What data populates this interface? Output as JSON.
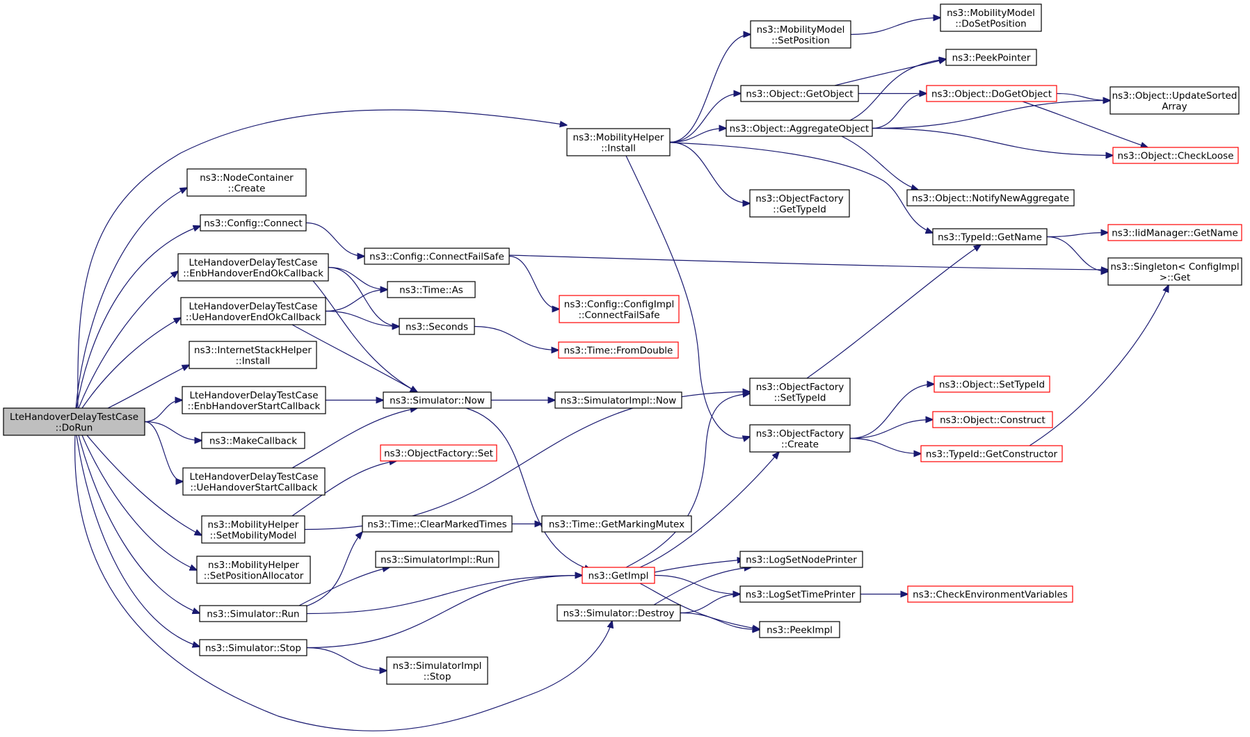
{
  "colors": {
    "edge": "#191970",
    "border_normal": "#000000",
    "border_truncated": "#ff0000",
    "root_fill": "#bfbfbf",
    "node_fill": "#ffffff"
  },
  "nodes": [
    {
      "id": "dorun",
      "lines": [
        "LteHandoverDelayTestCase",
        "::DoRun"
      ],
      "kind": "root"
    },
    {
      "id": "mob_install",
      "lines": [
        "ns3::MobilityHelper",
        "::Install"
      ],
      "kind": "normal"
    },
    {
      "id": "nc_create",
      "lines": [
        "ns3::NodeContainer",
        "::Create"
      ],
      "kind": "normal"
    },
    {
      "id": "cfg_connect",
      "lines": [
        "ns3::Config::Connect"
      ],
      "kind": "normal"
    },
    {
      "id": "enb_end",
      "lines": [
        "LteHandoverDelayTestCase",
        "::EnbHandoverEndOkCallback"
      ],
      "kind": "normal"
    },
    {
      "id": "ue_end",
      "lines": [
        "LteHandoverDelayTestCase",
        "::UeHandoverEndOkCallback"
      ],
      "kind": "normal"
    },
    {
      "id": "inet_install",
      "lines": [
        "ns3::InternetStackHelper",
        "::Install"
      ],
      "kind": "normal"
    },
    {
      "id": "enb_start",
      "lines": [
        "LteHandoverDelayTestCase",
        "::EnbHandoverStartCallback"
      ],
      "kind": "normal"
    },
    {
      "id": "make_cb",
      "lines": [
        "ns3::MakeCallback"
      ],
      "kind": "normal"
    },
    {
      "id": "ue_start",
      "lines": [
        "LteHandoverDelayTestCase",
        "::UeHandoverStartCallback"
      ],
      "kind": "normal"
    },
    {
      "id": "set_mob_model",
      "lines": [
        "ns3::MobilityHelper",
        "::SetMobilityModel"
      ],
      "kind": "normal"
    },
    {
      "id": "set_pos_alloc",
      "lines": [
        "ns3::MobilityHelper",
        "::SetPositionAllocator"
      ],
      "kind": "normal"
    },
    {
      "id": "sim_run",
      "lines": [
        "ns3::Simulator::Run"
      ],
      "kind": "normal"
    },
    {
      "id": "sim_stop",
      "lines": [
        "ns3::Simulator::Stop"
      ],
      "kind": "normal"
    },
    {
      "id": "cfg_failsafe",
      "lines": [
        "ns3::Config::ConnectFailSafe"
      ],
      "kind": "normal"
    },
    {
      "id": "time_as",
      "lines": [
        "ns3::Time::As"
      ],
      "kind": "normal"
    },
    {
      "id": "seconds",
      "lines": [
        "ns3::Seconds"
      ],
      "kind": "normal"
    },
    {
      "id": "sim_now",
      "lines": [
        "ns3::Simulator::Now"
      ],
      "kind": "normal"
    },
    {
      "id": "of_set",
      "lines": [
        "ns3::ObjectFactory::Set"
      ],
      "kind": "truncated"
    },
    {
      "id": "clear_marked",
      "lines": [
        "ns3::Time::ClearMarkedTimes"
      ],
      "kind": "normal"
    },
    {
      "id": "simimpl_run",
      "lines": [
        "ns3::SimulatorImpl::Run"
      ],
      "kind": "normal"
    },
    {
      "id": "simimpl_stop",
      "lines": [
        "ns3::SimulatorImpl",
        "::Stop"
      ],
      "kind": "normal"
    },
    {
      "id": "sim_destroy",
      "lines": [
        "ns3::Simulator::Destroy"
      ],
      "kind": "normal"
    },
    {
      "id": "get_impl",
      "lines": [
        "ns3::GetImpl"
      ],
      "kind": "truncated"
    },
    {
      "id": "cfgimpl_cfs",
      "lines": [
        "ns3::Config::ConfigImpl",
        "::ConnectFailSafe"
      ],
      "kind": "truncated"
    },
    {
      "id": "from_double",
      "lines": [
        "ns3::Time::FromDouble"
      ],
      "kind": "truncated"
    },
    {
      "id": "simimpl_now",
      "lines": [
        "ns3::SimulatorImpl::Now"
      ],
      "kind": "normal"
    },
    {
      "id": "get_marking_mutex",
      "lines": [
        "ns3::Time::GetMarkingMutex"
      ],
      "kind": "normal"
    },
    {
      "id": "mm_setpos",
      "lines": [
        "ns3::MobilityModel",
        "::SetPosition"
      ],
      "kind": "normal"
    },
    {
      "id": "mm_dosetpos",
      "lines": [
        "ns3::MobilityModel",
        "::DoSetPosition"
      ],
      "kind": "normal"
    },
    {
      "id": "obj_getobject",
      "lines": [
        "ns3::Object::GetObject"
      ],
      "kind": "normal"
    },
    {
      "id": "peek_pointer",
      "lines": [
        "ns3::PeekPointer"
      ],
      "kind": "normal"
    },
    {
      "id": "obj_dogetobject",
      "lines": [
        "ns3::Object::DoGetObject"
      ],
      "kind": "truncated"
    },
    {
      "id": "obj_aggregate",
      "lines": [
        "ns3::Object::AggregateObject"
      ],
      "kind": "normal"
    },
    {
      "id": "obj_update_sorted",
      "lines": [
        "ns3::Object::UpdateSorted",
        "Array"
      ],
      "kind": "normal"
    },
    {
      "id": "obj_checkloose",
      "lines": [
        "ns3::Object::CheckLoose"
      ],
      "kind": "truncated"
    },
    {
      "id": "obj_notify_new",
      "lines": [
        "ns3::Object::NotifyNewAggregate"
      ],
      "kind": "normal"
    },
    {
      "id": "of_gettypeid",
      "lines": [
        "ns3::ObjectFactory",
        "::GetTypeId"
      ],
      "kind": "normal"
    },
    {
      "id": "typeid_getname",
      "lines": [
        "ns3::TypeId::GetName"
      ],
      "kind": "normal"
    },
    {
      "id": "iid_getname",
      "lines": [
        "ns3::IidManager::GetName"
      ],
      "kind": "truncated"
    },
    {
      "id": "singleton_get",
      "lines": [
        "ns3::Singleton< ConfigImpl",
        " >::Get"
      ],
      "kind": "normal"
    },
    {
      "id": "of_settypeid",
      "lines": [
        "ns3::ObjectFactory",
        "::SetTypeId"
      ],
      "kind": "normal"
    },
    {
      "id": "of_create",
      "lines": [
        "ns3::ObjectFactory",
        "::Create"
      ],
      "kind": "normal"
    },
    {
      "id": "obj_settypeid",
      "lines": [
        "ns3::Object::SetTypeId"
      ],
      "kind": "truncated"
    },
    {
      "id": "obj_construct",
      "lines": [
        "ns3::Object::Construct"
      ],
      "kind": "truncated"
    },
    {
      "id": "typeid_getctor",
      "lines": [
        "ns3::TypeId::GetConstructor"
      ],
      "kind": "truncated"
    },
    {
      "id": "log_node_printer",
      "lines": [
        "ns3::LogSetNodePrinter"
      ],
      "kind": "normal"
    },
    {
      "id": "log_time_printer",
      "lines": [
        "ns3::LogSetTimePrinter"
      ],
      "kind": "normal"
    },
    {
      "id": "check_env",
      "lines": [
        "ns3::CheckEnvironmentVariables"
      ],
      "kind": "truncated"
    },
    {
      "id": "peek_impl",
      "lines": [
        "ns3::PeekImpl"
      ],
      "kind": "normal"
    }
  ],
  "edges": [
    [
      "dorun",
      "mob_install"
    ],
    [
      "dorun",
      "nc_create"
    ],
    [
      "dorun",
      "cfg_connect"
    ],
    [
      "dorun",
      "enb_end"
    ],
    [
      "dorun",
      "ue_end"
    ],
    [
      "dorun",
      "inet_install"
    ],
    [
      "dorun",
      "enb_start"
    ],
    [
      "dorun",
      "make_cb"
    ],
    [
      "dorun",
      "ue_start"
    ],
    [
      "dorun",
      "set_mob_model"
    ],
    [
      "dorun",
      "set_pos_alloc"
    ],
    [
      "dorun",
      "sim_run"
    ],
    [
      "dorun",
      "sim_stop"
    ],
    [
      "dorun",
      "sim_destroy"
    ],
    [
      "mob_install",
      "mm_setpos"
    ],
    [
      "mob_install",
      "obj_getobject"
    ],
    [
      "mob_install",
      "obj_aggregate"
    ],
    [
      "mob_install",
      "of_gettypeid"
    ],
    [
      "mob_install",
      "typeid_getname"
    ],
    [
      "mob_install",
      "of_create"
    ],
    [
      "mm_setpos",
      "mm_dosetpos"
    ],
    [
      "obj_getobject",
      "peek_pointer"
    ],
    [
      "obj_getobject",
      "obj_dogetobject"
    ],
    [
      "obj_aggregate",
      "peek_pointer"
    ],
    [
      "obj_aggregate",
      "obj_dogetobject"
    ],
    [
      "obj_aggregate",
      "obj_update_sorted"
    ],
    [
      "obj_aggregate",
      "obj_checkloose"
    ],
    [
      "obj_aggregate",
      "obj_notify_new"
    ],
    [
      "obj_dogetobject",
      "obj_update_sorted"
    ],
    [
      "obj_dogetobject",
      "obj_checkloose"
    ],
    [
      "typeid_getname",
      "iid_getname"
    ],
    [
      "typeid_getname",
      "singleton_get"
    ],
    [
      "cfg_connect",
      "cfg_failsafe"
    ],
    [
      "cfg_failsafe",
      "cfgimpl_cfs"
    ],
    [
      "cfg_failsafe",
      "singleton_get"
    ],
    [
      "enb_end",
      "time_as"
    ],
    [
      "enb_end",
      "seconds"
    ],
    [
      "enb_end",
      "sim_now"
    ],
    [
      "ue_end",
      "time_as"
    ],
    [
      "ue_end",
      "seconds"
    ],
    [
      "ue_end",
      "sim_now"
    ],
    [
      "seconds",
      "from_double"
    ],
    [
      "enb_start",
      "sim_now"
    ],
    [
      "ue_start",
      "sim_now"
    ],
    [
      "sim_now",
      "simimpl_now"
    ],
    [
      "sim_now",
      "get_impl"
    ],
    [
      "set_mob_model",
      "of_set"
    ],
    [
      "set_mob_model",
      "of_settypeid"
    ],
    [
      "of_settypeid",
      "typeid_getname"
    ],
    [
      "of_create",
      "obj_settypeid"
    ],
    [
      "of_create",
      "obj_construct"
    ],
    [
      "of_create",
      "typeid_getctor"
    ],
    [
      "typeid_getctor",
      "singleton_get"
    ],
    [
      "clear_marked",
      "get_marking_mutex"
    ],
    [
      "sim_run",
      "clear_marked"
    ],
    [
      "sim_run",
      "simimpl_run"
    ],
    [
      "sim_run",
      "get_impl"
    ],
    [
      "sim_stop",
      "get_impl"
    ],
    [
      "sim_stop",
      "simimpl_stop"
    ],
    [
      "get_impl",
      "of_settypeid"
    ],
    [
      "get_impl",
      "of_create"
    ],
    [
      "get_impl",
      "log_node_printer"
    ],
    [
      "get_impl",
      "log_time_printer"
    ],
    [
      "get_impl",
      "peek_impl"
    ],
    [
      "sim_destroy",
      "log_node_printer"
    ],
    [
      "sim_destroy",
      "log_time_printer"
    ],
    [
      "sim_destroy",
      "peek_impl"
    ],
    [
      "log_time_printer",
      "check_env"
    ]
  ]
}
